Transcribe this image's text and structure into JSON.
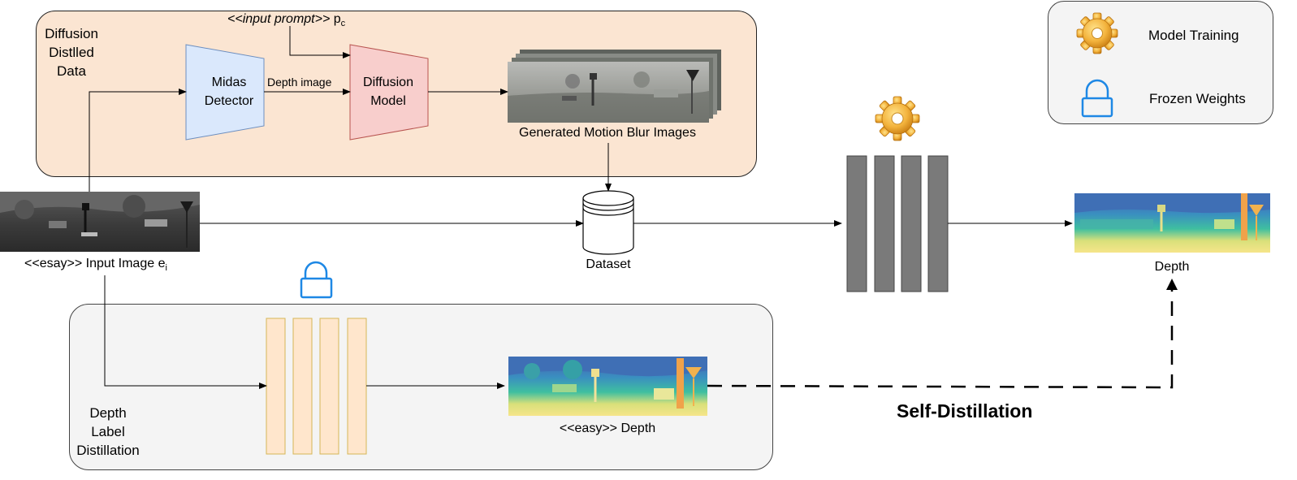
{
  "top_panel": {
    "title_lines": [
      "Diffusion",
      "Distlled",
      "Data"
    ],
    "input_prompt_prefix": "<<input prompt>>",
    "input_prompt_symbol": "p",
    "input_prompt_sub": "c",
    "midas_lines": [
      "Midas",
      "Detector"
    ],
    "depth_image_label": "Depth image",
    "diffusion_lines": [
      "Diffusion",
      "Model"
    ],
    "generated_label": "Generated Motion Blur Images"
  },
  "main_row": {
    "input_label_prefix": "<<esay>> Input Image e",
    "input_label_sub": "i",
    "dataset_label": "Dataset",
    "depth_label": "Depth"
  },
  "bottom_panel": {
    "title_lines": [
      "Depth",
      "Label",
      "Distillation"
    ],
    "easy_depth_label": "<<easy>> Depth"
  },
  "self_distillation_label": "Self-Distillation",
  "legend": {
    "items": [
      {
        "label": "Model Training",
        "icon": "gear-icon"
      },
      {
        "label": "Frozen Weights",
        "icon": "lock-icon"
      }
    ]
  },
  "colors": {
    "top_panel_fill": "#fbe5d2",
    "bottom_panel_fill": "#f4f4f4",
    "midas_fill": "#dae8fc",
    "midas_stroke": "#6c8ebf",
    "diffusion_fill": "#f8cecc",
    "diffusion_stroke": "#b85450",
    "student_fill": "#7a7a7a",
    "teacher_fill": "#ffe6cc",
    "teacher_stroke": "#d6b656",
    "lock": "#1e88e5",
    "gear": "#f0b43c"
  }
}
